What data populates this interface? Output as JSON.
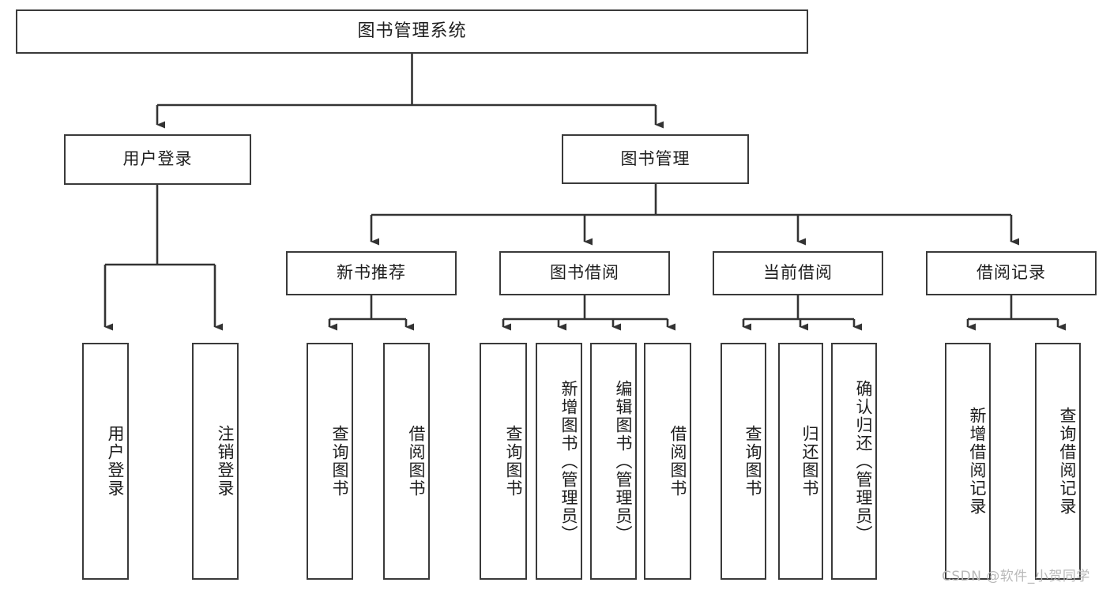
{
  "diagram": {
    "title": "图书管理系统",
    "type": "tree",
    "watermark": "CSDN @软件_小贺同学",
    "colors": {
      "box_border": "#3a3a3a",
      "connector": "#333333",
      "text": "#1d1d1d",
      "background": "#ffffff",
      "watermark": "#b9b9b9"
    },
    "levels": {
      "root": {
        "label": "图书管理系统"
      },
      "level2": [
        {
          "label": "用户登录"
        },
        {
          "label": "图书管理"
        }
      ],
      "level3": [
        {
          "label": "新书推荐"
        },
        {
          "label": "图书借阅"
        },
        {
          "label": "当前借阅"
        },
        {
          "label": "借阅记录"
        }
      ],
      "level4": [
        {
          "label": "用户登录",
          "parent": "用户登录"
        },
        {
          "label": "注销登录",
          "parent": "用户登录"
        },
        {
          "label": "查询图书",
          "parent": "新书推荐"
        },
        {
          "label": "借阅图书",
          "parent": "新书推荐"
        },
        {
          "label": "查询图书",
          "parent": "图书借阅"
        },
        {
          "label": "新增图书（管理员）",
          "parent": "图书借阅"
        },
        {
          "label": "编辑图书（管理员）",
          "parent": "图书借阅"
        },
        {
          "label": "借阅图书",
          "parent": "图书借阅"
        },
        {
          "label": "查询图书",
          "parent": "当前借阅"
        },
        {
          "label": "归还图书",
          "parent": "当前借阅"
        },
        {
          "label": "确认归还（管理员）",
          "parent": "当前借阅"
        },
        {
          "label": "新增借阅记录",
          "parent": "借阅记录"
        },
        {
          "label": "查询借阅记录",
          "parent": "借阅记录"
        }
      ]
    }
  }
}
